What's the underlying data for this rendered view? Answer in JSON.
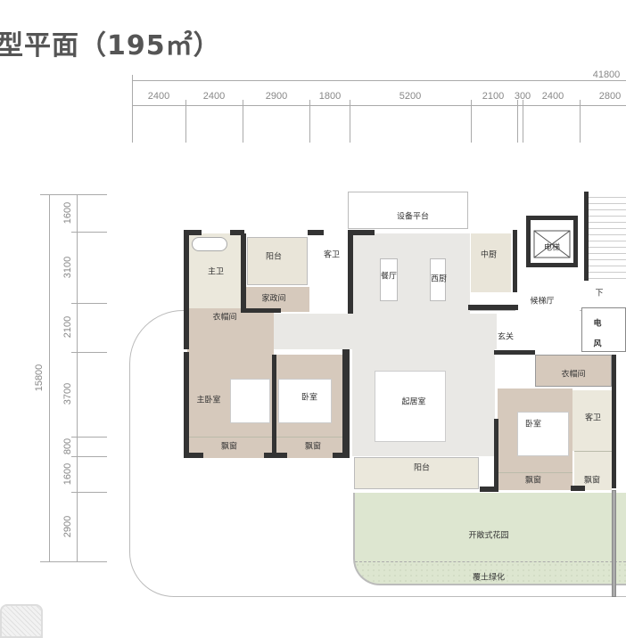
{
  "title": "型平面（195㎡）",
  "top_dimensions": {
    "overall": "41800",
    "segments": [
      "2400",
      "2400",
      "2900",
      "1800",
      "5200",
      "2100",
      "300",
      "2400",
      "2800"
    ]
  },
  "left_dimensions": {
    "overall": "15800",
    "segments": [
      "1600",
      "3100",
      "2100",
      "3700",
      "800",
      "1600",
      "2900"
    ]
  },
  "rooms": {
    "equipment_platform": "设备平台",
    "master_bath": "主卫",
    "balcony_top": "阳台",
    "utility_room": "家政间",
    "guest_bath": "客卫",
    "dining": "餐厅",
    "western_kitchen": "西厨",
    "chinese_kitchen": "中厨",
    "elevator": "电梯",
    "elevator_lobby": "候梯厅",
    "down": "下",
    "electric": "电",
    "wind": "风",
    "foyer": "玄关",
    "closet_left": "衣帽间",
    "master_bedroom": "主卧室",
    "bedroom_2": "卧室",
    "bay_window_1": "飘窗",
    "bay_window_2": "飘窗",
    "living_room": "起居室",
    "balcony_bottom": "阳台",
    "closet_right": "衣帽间",
    "bedroom_3": "卧室",
    "guest_bath_2": "客卫",
    "bay_window_3": "飘窗",
    "bay_window_4": "飘窗",
    "open_garden": "开敞式花园",
    "soil_greening": "覆土绿化"
  },
  "colors": {
    "brown": "#d6c9bc",
    "beige": "#e9e5d9",
    "gray": "#e9e8e5",
    "garden": "#dde6d0",
    "wall": "#333333"
  }
}
